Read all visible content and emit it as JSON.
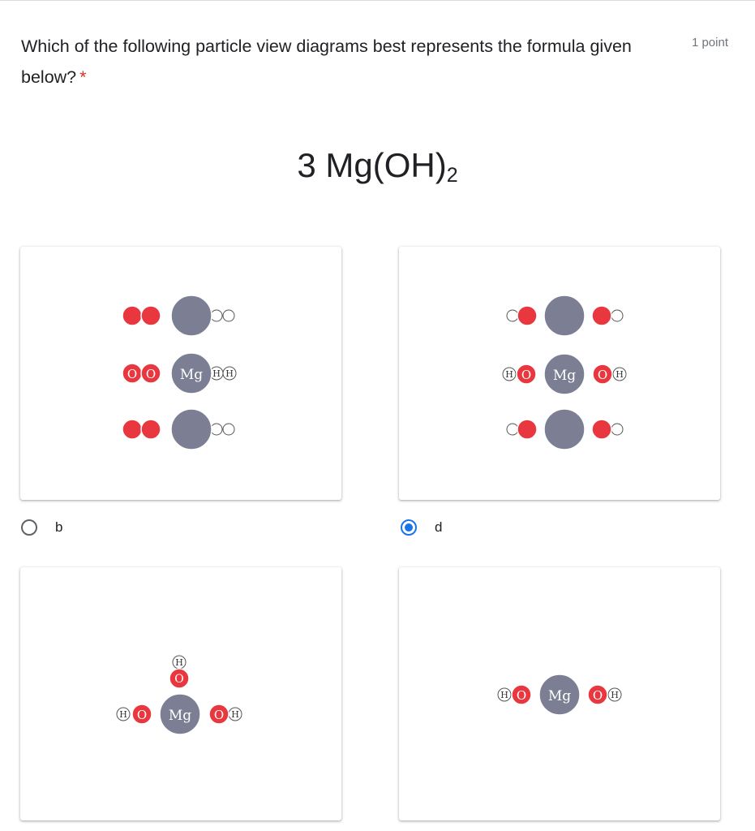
{
  "question": {
    "text": "Which of the following particle view diagrams best represents the formula given below?",
    "required_mark": "*",
    "points": "1 point"
  },
  "formula": {
    "prefix": "3 Mg(OH)",
    "subscript": "2"
  },
  "atom_labels": {
    "oxygen": "O",
    "magnesium": "Mg",
    "hydrogen": "H"
  },
  "options": [
    {
      "label": "b",
      "selected": false
    },
    {
      "label": "d",
      "selected": true
    },
    {
      "label": "",
      "selected": false
    },
    {
      "label": "",
      "selected": false
    }
  ],
  "colors": {
    "oxygen": "#e8373f",
    "magnesium": "#7c7f94",
    "hydrogen": "#ffffff",
    "accent": "#1a73e8",
    "required": "#d93025"
  }
}
